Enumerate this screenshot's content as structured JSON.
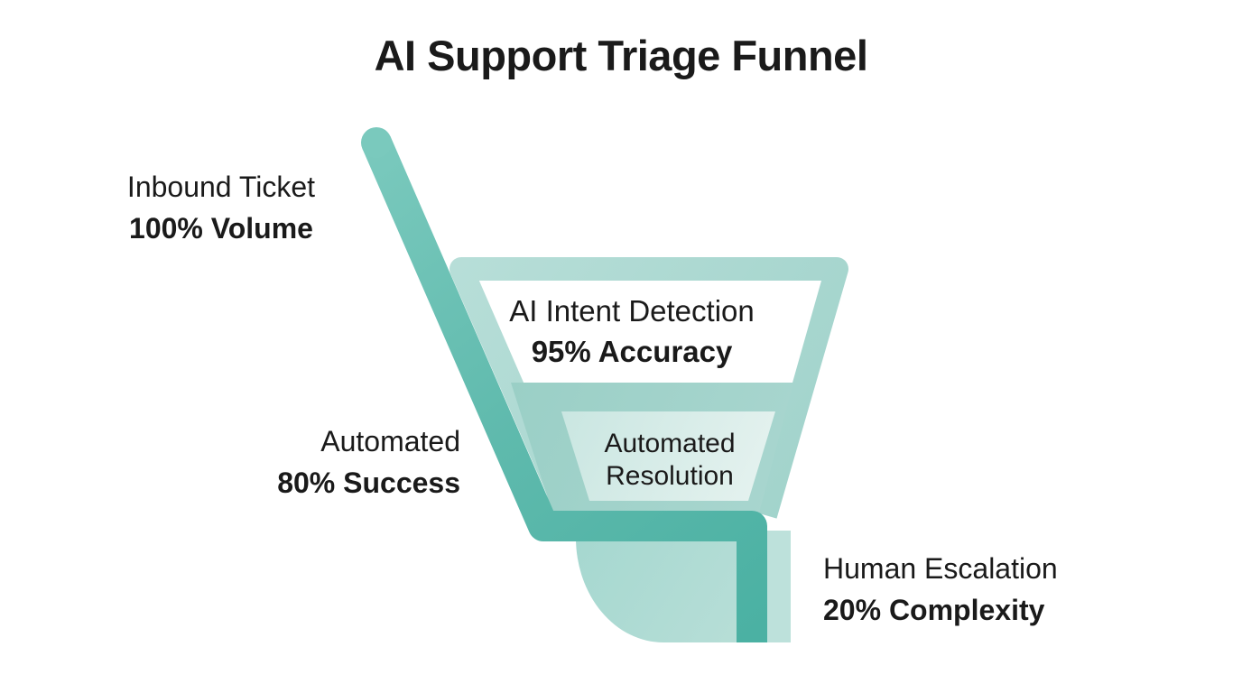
{
  "title": "AI Support Triage Funnel",
  "annotations": {
    "inbound": {
      "label": "Inbound Ticket",
      "value": "100% Volume"
    },
    "intent": {
      "label": "AI Intent Detection",
      "value": "95% Accuracy"
    },
    "automated": {
      "label": "Automated",
      "value": "80% Success"
    },
    "resolution": {
      "label": "Automated",
      "label_line2": "Resolution"
    },
    "escalation": {
      "label": "Human Escalation",
      "value": "20% Complexity"
    }
  },
  "stages": [
    {
      "name": "Inbound Ticket",
      "metric": "100% Volume"
    },
    {
      "name": "AI Intent Detection",
      "metric": "95% Accuracy"
    },
    {
      "name": "Automated Resolution",
      "metric": "80% Success"
    },
    {
      "name": "Human Escalation",
      "metric": "20% Complexity"
    }
  ],
  "colors": {
    "background": "#ffffff",
    "text": "#1a1a1a",
    "stroke-start": "#7ac9bd",
    "stroke-mid": "#5fbaad",
    "stroke-end": "#4bb1a3",
    "band-light": "#b9dfd9",
    "band-dark": "#9fd2ca",
    "stage1-fill": "#ffffff",
    "stage2-band-start": "#9acfc6",
    "stage2-band-end": "#a9d6cf",
    "stage2-fill-start": "#c9e6e1",
    "stage2-fill-end": "#e7f3f0",
    "bowl-start": "#a6d8d0",
    "bowl-end": "#b7ded7",
    "side-rect": "#bde1db"
  }
}
